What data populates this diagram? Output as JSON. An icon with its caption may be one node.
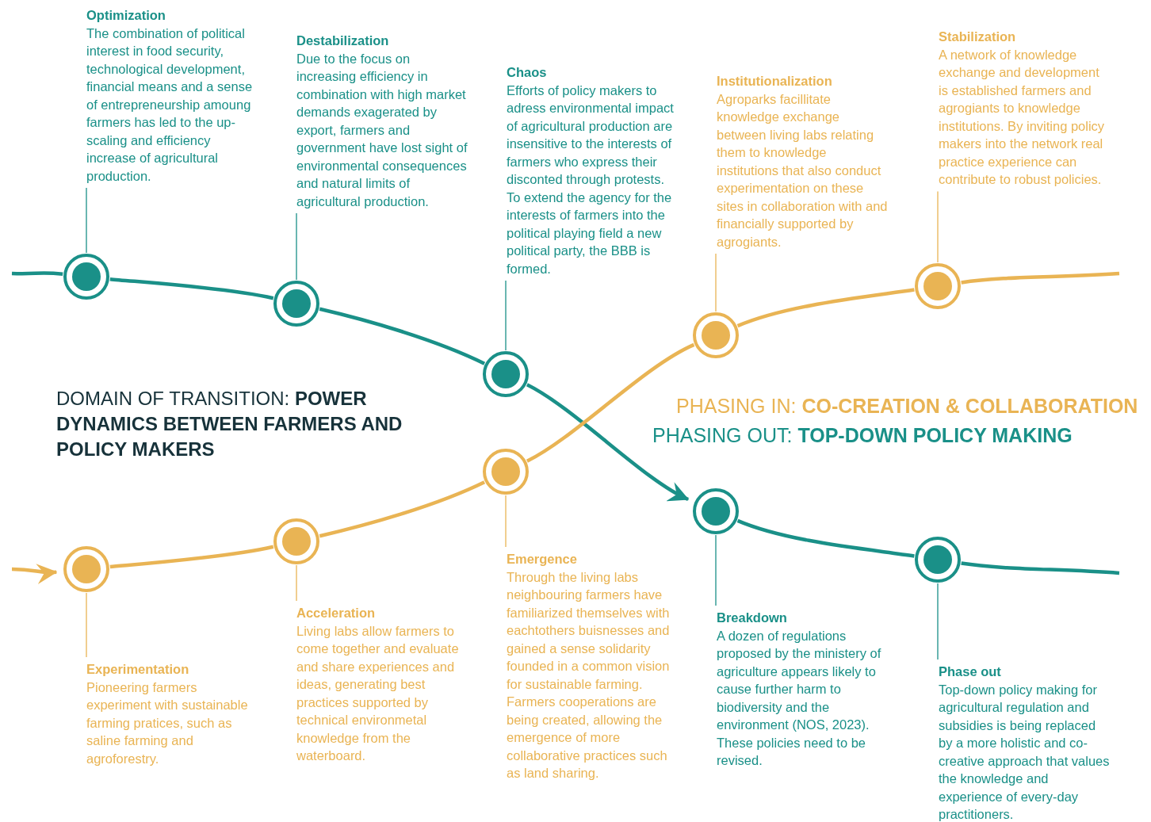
{
  "diagram": {
    "title": "DOMAIN OF TRANSITION: **POWER DYNAMICS BETWEEN FARMERS AND POLICY MAKERS**",
    "nodes": [
      {
        "text": [
          "Optimization",
          "The combination of political interest in food security, technological development, financial means and a sense of entrepreneurship amoung farmers has led to the up-scaling and efficiency increase of agricultural production."
        ]
      },
      {
        "text": [
          "Destabilization",
          "Due to the focus on increasing efficiency in combination with high market demands exagerated by export, farmers and government have lost sight of environmental consequences and natural limits of agricultural production."
        ]
      },
      {
        "text": [
          "Chaos",
          "Efforts of policy makers to adress environmental impact of agricultural production are insensitive to the interests of farmers who express their disconted through protests. To extend the agency for the interests of farmers into the political playing field a new political party, the BBB is formed."
        ]
      },
      {
        "text": [
          "Institutionalization",
          "Agroparks facillitate knowledge exchange between living labs relating them to knowledge institutions that also conduct experimentation on these sites in collaboration with and financially supported by agrogiants."
        ]
      },
      {
        "text": [
          "Stabilization",
          "A network of knowledge exchange and development is established farmers and agrogiants to knowledge institutions. By inviting policy makers into the network real practice experience can contribute to robust policies."
        ]
      },
      {
        "text": [],
        "shape": "circle"
      },
      {
        "text": [],
        "shape": "circle"
      },
      {
        "text": [],
        "shape": "circle"
      },
      {
        "text": [],
        "shape": "circle"
      },
      {
        "text": [],
        "shape": "circle"
      },
      {
        "text": [],
        "shape": "circle"
      },
      {
        "text": [],
        "shape": "circle"
      },
      {
        "text": [],
        "shape": "circle"
      },
      {
        "text": [],
        "shape": "circle"
      },
      {
        "text": [],
        "shape": "circle"
      },
      {
        "text": [
          "Experimentation",
          "Pioneering farmers experiment with sustainable farming pratices, such as saline farming and agroforestry."
        ]
      },
      {
        "text": [
          "Acceleration",
          "Living labs allow farmers to come together and evaluate and share experiences and ideas, generating best practices supported by technical environmetal knowledge from the waterboard."
        ]
      },
      {
        "text": [
          "Emergence",
          "Through the living labs neighbouring farmers have familiarized themselves with eachtothers buisnesses and gained a sense solidarity founded in a common vision for sustainable farming. Farmers cooperations are being created, allowing the emergence of more collaborative practices such as land sharing."
        ]
      },
      {
        "text": [
          "Breakdown",
          "A dozen of regulations proposed by the ministery of agriculture appears likely to cause further harm to biodiversity and the environment (NOS, 2023). These policies need to be revised."
        ]
      },
      {
        "text": [
          "Phase out",
          "Top-down policy making for agricultural regulation and subsidies is being replaced by a more holistic and co-creative approach that values the knowledge and experience of every-day practitioners."
        ]
      }
    ],
    "edges": [
      {
        "from": null,
        "to": 5,
        "arrow": "none",
        "color": "#1a9088"
      },
      {
        "from": 5,
        "to": 6,
        "arrow": "none",
        "color": "#1a9088"
      },
      {
        "from": 6,
        "to": 7,
        "arrow": "none",
        "color": "#1a9088"
      },
      {
        "from": 7,
        "to": 8,
        "arrow": "to",
        "color": "#1a9088"
      },
      {
        "from": 8,
        "to": 9,
        "arrow": "none",
        "color": "#1a9088"
      },
      {
        "from": 9,
        "to": null,
        "arrow": "none",
        "color": "#1a9088"
      },
      {
        "from": null,
        "to": 10,
        "arrow": "to",
        "color": "#e9b454"
      },
      {
        "from": 10,
        "to": 11,
        "arrow": "none",
        "color": "#e9b454"
      },
      {
        "from": 11,
        "to": 12,
        "arrow": "none",
        "color": "#e9b454"
      },
      {
        "from": 12,
        "to": 13,
        "arrow": "none",
        "color": "#e9b454"
      },
      {
        "from": 13,
        "to": 14,
        "arrow": "none",
        "color": "#e9b454"
      },
      {
        "from": 14,
        "to": null,
        "arrow": "none",
        "color": "#e9b454"
      },
      {
        "from": 0,
        "to": 5,
        "arrow": "none",
        "color": "#1a9088"
      },
      {
        "from": 1,
        "to": 6,
        "arrow": "none",
        "color": "#1a9088"
      },
      {
        "from": 2,
        "to": 7,
        "arrow": "none",
        "color": "#1a9088"
      },
      {
        "from": 3,
        "to": 13,
        "arrow": "none",
        "color": "#e9b454"
      },
      {
        "from": 4,
        "to": 14,
        "arrow": "none",
        "color": "#e9b454"
      },
      {
        "from": 15,
        "to": 10,
        "arrow": "none",
        "color": "#e9b454"
      },
      {
        "from": 16,
        "to": 11,
        "arrow": "none",
        "color": "#e9b454"
      },
      {
        "from": 17,
        "to": 12,
        "arrow": "none",
        "color": "#e9b454"
      },
      {
        "from": 18,
        "to": 8,
        "arrow": "none",
        "color": "#1a9088"
      },
      {
        "from": 19,
        "to": 9,
        "arrow": "none",
        "color": "#1a9088"
      }
    ],
    "labels": [
      "PHASING IN: **CO-CREATION & COLLABORATION**",
      "PHASING OUT: **TOP-DOWN POLICY MAKING**"
    ]
  }
}
